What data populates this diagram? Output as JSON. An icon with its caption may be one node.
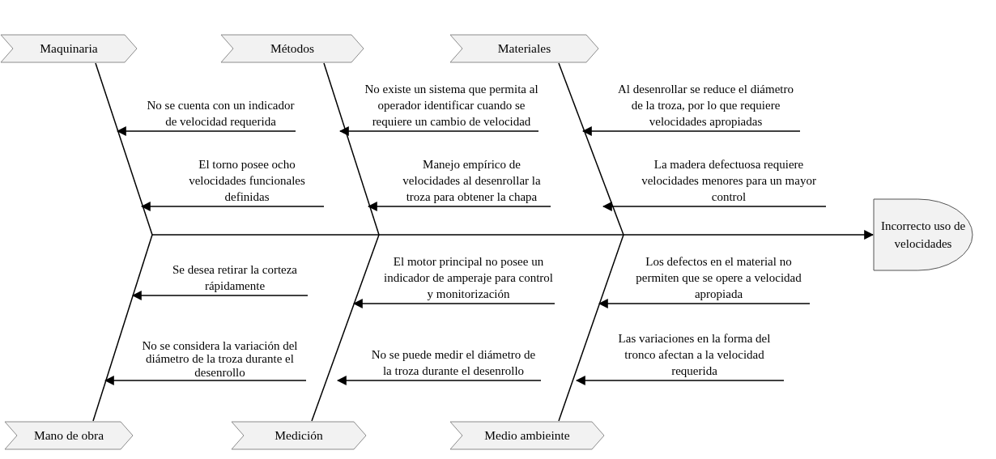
{
  "diagram": {
    "nodes": [
      {
        "text": [
          "Maquinaria"
        ]
      },
      {
        "text": [
          "Métodos"
        ]
      },
      {
        "text": [
          "Materiales"
        ]
      },
      {
        "text": [
          "No se cuenta con un indicador de velocidad requerida"
        ]
      },
      {
        "text": [
          "No existe un sistema que permita al operador identificar cuando se requiere un cambio de velocidad"
        ]
      },
      {
        "text": [
          "Al desenrollar se reduce el diámetro de la troza, por lo que requiere velocidades apropiadas"
        ]
      },
      {
        "text": [
          "El torno posee ocho velocidades funcionales definidas"
        ]
      },
      {
        "text": [
          "Manejo empírico de velocidades al desenrollar la troza para obtener la chapa"
        ]
      },
      {
        "text": [
          "La madera defectuosa requiere velocidades menores para un mayor control"
        ]
      },
      {
        "text": [
          "Incorrecto uso de velocidades"
        ]
      },
      {
        "text": [
          "Se desea retirar la corteza rápidamente"
        ]
      },
      {
        "text": [
          "El motor principal no posee un indicador de amperaje para control y monitorización"
        ]
      },
      {
        "text": [
          "Los defectos en el material no permiten que se opere a velocidad apropiada"
        ]
      },
      {
        "text": [
          "No se considera la variación del diámetro de la troza durante el desenrollo"
        ]
      },
      {
        "text": [
          "No se puede medir el diámetro de la troza durante el desenrollo"
        ]
      },
      {
        "text": [
          "Las variaciones en la forma del tronco afectan a la velocidad requerida"
        ]
      },
      {
        "text": [
          "Mano de obra"
        ]
      },
      {
        "text": [
          "Medición"
        ]
      },
      {
        "text": [
          "Medio ambieinte"
        ]
      }
    ],
    "edges": [
      {
        "from": null,
        "to": 9,
        "arrow": "to"
      },
      {
        "from": 0,
        "to": null,
        "arrow": "none"
      },
      {
        "from": 1,
        "to": null,
        "arrow": "none"
      },
      {
        "from": 2,
        "to": null,
        "arrow": "none"
      },
      {
        "from": 16,
        "to": null,
        "arrow": "none"
      },
      {
        "from": 17,
        "to": null,
        "arrow": "none"
      },
      {
        "from": 18,
        "to": null,
        "arrow": "none"
      },
      {
        "from": 3,
        "to": null,
        "arrow": "to"
      },
      {
        "from": 4,
        "to": null,
        "arrow": "to"
      },
      {
        "from": 5,
        "to": null,
        "arrow": "to"
      },
      {
        "from": 6,
        "to": null,
        "arrow": "to"
      },
      {
        "from": 7,
        "to": null,
        "arrow": "to"
      },
      {
        "from": 8,
        "to": null,
        "arrow": "to"
      },
      {
        "from": 10,
        "to": null,
        "arrow": "to"
      },
      {
        "from": 11,
        "to": null,
        "arrow": "to"
      },
      {
        "from": 12,
        "to": null,
        "arrow": "to"
      },
      {
        "from": 13,
        "to": null,
        "arrow": "to"
      },
      {
        "from": 14,
        "to": null,
        "arrow": "to"
      },
      {
        "from": 15,
        "to": null,
        "arrow": "to"
      }
    ]
  }
}
